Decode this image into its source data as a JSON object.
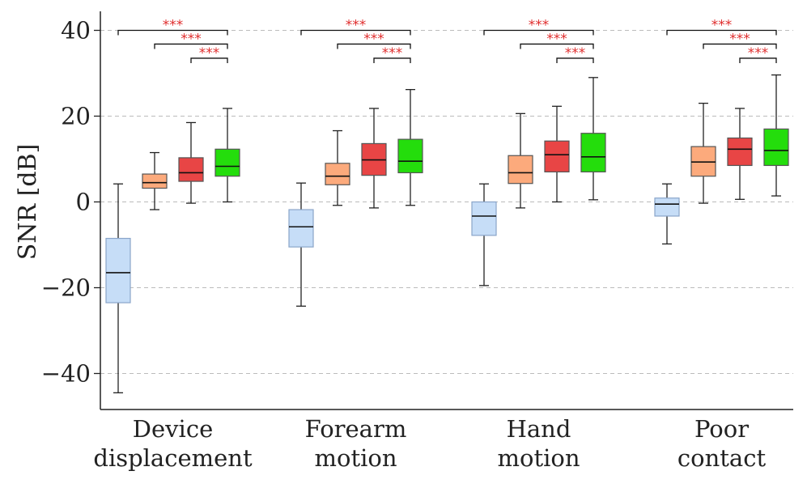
{
  "chart_data": {
    "type": "box",
    "ylabel": "SNR [dB]",
    "ylim": [
      -48,
      44
    ],
    "yticks": [
      40,
      20,
      0,
      -20,
      -40
    ],
    "ytick_labels": [
      "40",
      "20",
      "0",
      "−20",
      "−40"
    ],
    "grid": "y-dashed",
    "categories": [
      [
        "Device",
        "displacement"
      ],
      [
        "Forearm",
        "motion"
      ],
      [
        "Hand",
        "motion"
      ],
      [
        "Poor",
        "contact"
      ]
    ],
    "series_colors": [
      "#c6ddf7",
      "#fcaa7c",
      "#e84545",
      "#24dd0c"
    ],
    "groups": [
      {
        "boxes": [
          {
            "whislo": -44.5,
            "q1": -23.5,
            "med": -16.5,
            "q3": -8.5,
            "whishi": 4.2
          },
          {
            "whislo": -1.8,
            "q1": 3.2,
            "med": 4.5,
            "q3": 6.5,
            "whishi": 11.5
          },
          {
            "whislo": -0.3,
            "q1": 4.8,
            "med": 6.8,
            "q3": 10.3,
            "whishi": 18.5
          },
          {
            "whislo": 0,
            "q1": 6.0,
            "med": 8.3,
            "q3": 12.3,
            "whishi": 21.8
          }
        ],
        "significance": [
          "***",
          "***",
          "***"
        ]
      },
      {
        "boxes": [
          {
            "whislo": -24.3,
            "q1": -10.5,
            "med": -5.8,
            "q3": -1.8,
            "whishi": 4.4
          },
          {
            "whislo": -0.8,
            "q1": 4.0,
            "med": 6.0,
            "q3": 9.0,
            "whishi": 16.6
          },
          {
            "whislo": -1.4,
            "q1": 6.2,
            "med": 9.8,
            "q3": 13.6,
            "whishi": 21.8
          },
          {
            "whislo": -0.8,
            "q1": 6.8,
            "med": 9.5,
            "q3": 14.6,
            "whishi": 26.2
          }
        ],
        "significance": [
          "***",
          "***",
          "***"
        ]
      },
      {
        "boxes": [
          {
            "whislo": -19.5,
            "q1": -7.8,
            "med": -3.3,
            "q3": 0,
            "whishi": 4.2
          },
          {
            "whislo": -1.4,
            "q1": 4.3,
            "med": 6.8,
            "q3": 10.8,
            "whishi": 20.6
          },
          {
            "whislo": 0,
            "q1": 7.0,
            "med": 11.0,
            "q3": 14.2,
            "whishi": 22.3
          },
          {
            "whislo": 0.5,
            "q1": 7.0,
            "med": 10.5,
            "q3": 16.0,
            "whishi": 29.0
          }
        ],
        "significance": [
          "***",
          "***",
          "***"
        ]
      },
      {
        "boxes": [
          {
            "whislo": -9.8,
            "q1": -3.3,
            "med": -0.5,
            "q3": 0.9,
            "whishi": 4.2
          },
          {
            "whislo": -0.3,
            "q1": 6.0,
            "med": 9.3,
            "q3": 12.9,
            "whishi": 23.0
          },
          {
            "whislo": 0.6,
            "q1": 8.5,
            "med": 12.3,
            "q3": 14.9,
            "whishi": 21.8
          },
          {
            "whislo": 1.4,
            "q1": 8.5,
            "med": 12.0,
            "q3": 17.0,
            "whishi": 29.6
          }
        ],
        "significance": [
          "***",
          "***",
          "***"
        ]
      }
    ],
    "significance_levels_y": [
      40,
      36.8,
      33.5
    ]
  }
}
